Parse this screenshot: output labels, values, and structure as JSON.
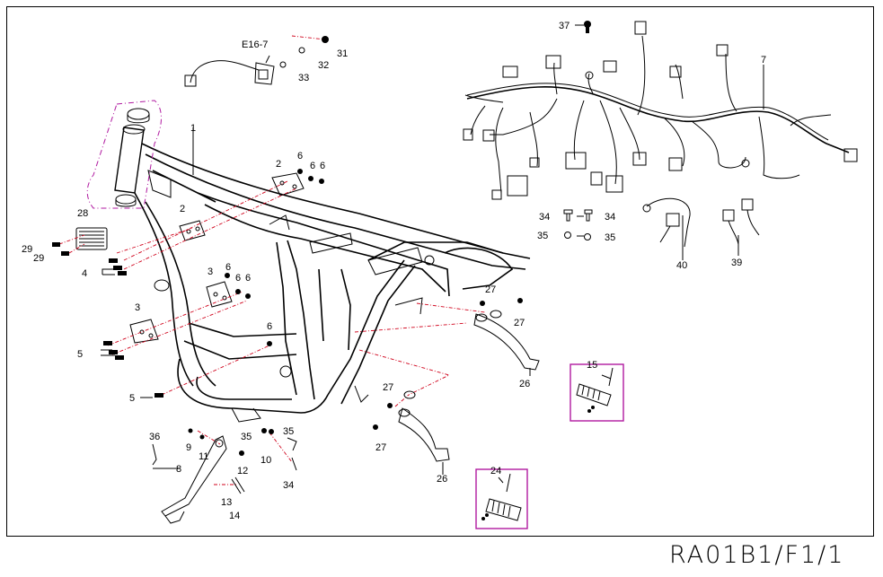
{
  "diagram_code": "RA01B1/F1/1",
  "callouts": {
    "c1": "1",
    "c2a": "2",
    "c2b": "2",
    "c3a": "3",
    "c3b": "3",
    "c4": "4",
    "c5a": "5",
    "c5b": "5",
    "c6a": "6",
    "c6b": "6",
    "c6c": "6",
    "c6d": "6",
    "c6e": "6",
    "c6f": "6",
    "c6g": "6",
    "c7": "7",
    "c8": "8",
    "c9": "9",
    "c10": "10",
    "c11": "11",
    "c12": "12",
    "c13": "13",
    "c14": "14",
    "c15": "15",
    "c24": "24",
    "c26a": "26",
    "c26b": "26",
    "c27a": "27",
    "c27b": "27",
    "c27c": "27",
    "c27d": "27",
    "c28": "28",
    "c29a": "29",
    "c29b": "29",
    "c31": "31",
    "c32": "32",
    "c33": "33",
    "c34a": "34",
    "c34b": "34",
    "c34c": "34",
    "c35a": "35",
    "c35b": "35",
    "c35c": "35",
    "c35d": "35",
    "c36": "36",
    "c37": "37",
    "c39": "39",
    "c40": "40",
    "e16": "E16-7"
  },
  "colors": {
    "frame_line": "#000000",
    "leader_red": "#d0021b",
    "group_magenta": "#b01aa0"
  }
}
